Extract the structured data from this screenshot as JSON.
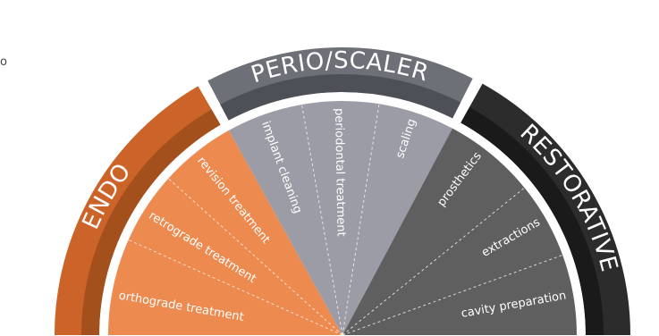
{
  "corner_mark": "o",
  "colors": {
    "endo_outer": "#cc6429",
    "endo_mid": "#a4501c",
    "endo_inner": "#ec8a4f",
    "perio_outer": "#6e7078",
    "perio_mid": "#4e5057",
    "perio_inner": "#9b9ca6",
    "restorative_outer": "#2c2c2c",
    "restorative_mid": "#1a1a1a",
    "restorative_inner": "#5f5f5f"
  },
  "categories": [
    {
      "key": "endo",
      "name": "ENDO",
      "segments": [
        "orthograde treatment",
        "retrograde treatment",
        "revision treatment"
      ]
    },
    {
      "key": "perio",
      "name": "PERIO/SCALER",
      "segments": [
        "implant cleaning",
        "periodontal treatment",
        "scaling"
      ]
    },
    {
      "key": "restorative",
      "name": "RESTORATIVE",
      "segments": [
        "prosthetics",
        "extractions",
        "cavity preparation"
      ]
    }
  ]
}
